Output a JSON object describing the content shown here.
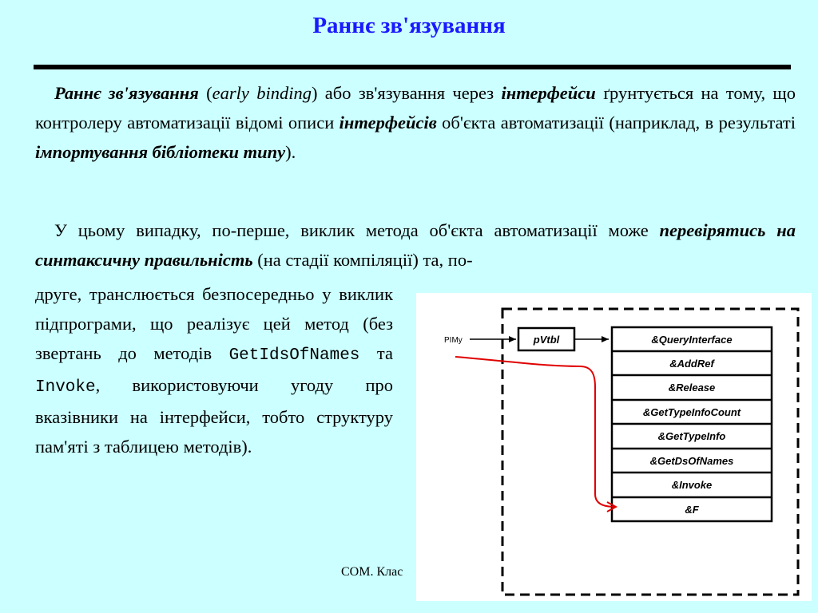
{
  "slide": {
    "title": "Раннє зв'язування",
    "footer": "COM. Клас"
  },
  "paragraph1": {
    "term": "Раннє зв'язування",
    "open_paren": " (",
    "english_term": "early binding",
    "text1": ") або зв'язування через ",
    "interfaces": "інтерфейси",
    "text2": " ґрунтується на тому, що контролеру автоматизації відомі описи ",
    "interfaces_gen": "інтерфейсів",
    "text3": " об'єкта автоматизації (наприклад, в результаті ",
    "import": "імпортування бібліотеки типу",
    "text4": ")."
  },
  "paragraph2": {
    "text1": "У цьому випадку, по-перше, виклик метода об'єкта автоматизації може ",
    "syntax_check": "перевірятись на синтаксичну правильність",
    "text2": " (на стадії компіляції) та, по-"
  },
  "paragraph3": {
    "text1": "друге, транслюється безпосередньо у виклик підпрограми, що реалізує цей метод (без звертань до методів ",
    "method1": "GetIdsOfNames",
    "and": " та ",
    "method2": "Invoke",
    "text2": ", використовуючи угоду про вказівники на інтерфейси, тобто структуру пам'яті з таблицею методів)."
  },
  "diagram": {
    "pointer_label": "PIMy",
    "vtbl_label": "pVtbl",
    "methods": [
      "&QueryInterface",
      "&AddRef",
      "&Release",
      "&GetTypeInfoCount",
      "&GetTypeInfo",
      "&GetDsOfNames",
      "&Invoke",
      "&F"
    ],
    "colors": {
      "arrow": "#e00000",
      "box_border": "#000000"
    }
  }
}
